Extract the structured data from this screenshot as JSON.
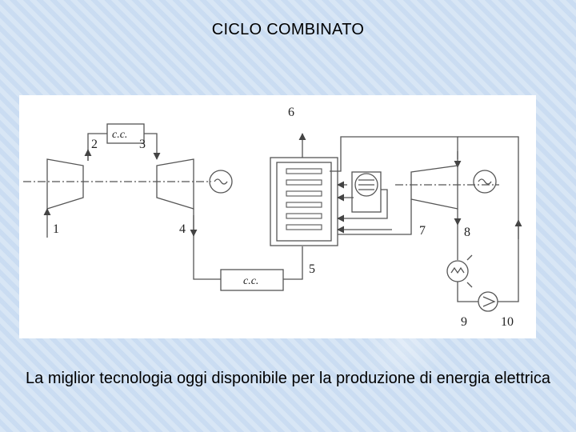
{
  "title": "CICLO COMBINATO",
  "caption": "La miglior tecnologia oggi disponibile per la produzione di energia elettrica",
  "diagram": {
    "labels": {
      "n1": "1",
      "n2": "2",
      "n3": "3",
      "n4": "4",
      "n5": "5",
      "n6": "6",
      "n7": "7",
      "n8": "8",
      "n9": "9",
      "n10": "10",
      "cc_top": "c.c.",
      "cc_bottom": "c.c."
    }
  }
}
